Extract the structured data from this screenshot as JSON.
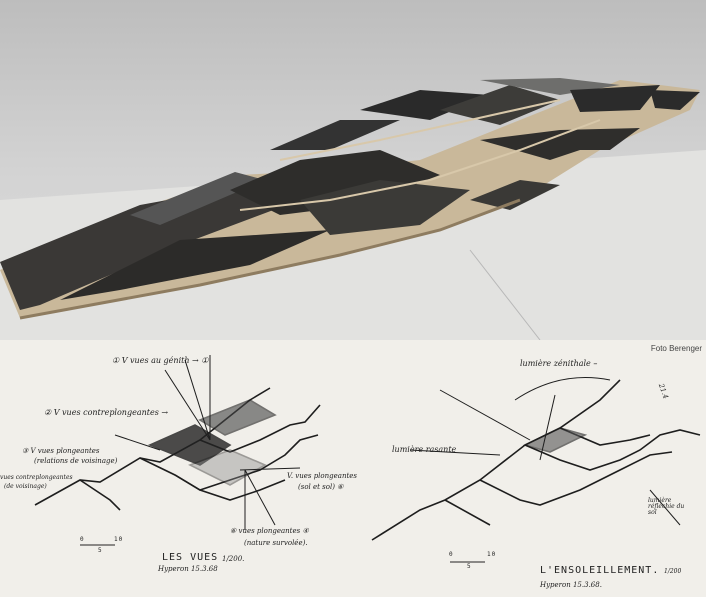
{
  "photo": {
    "credit": "Foto Berenger"
  },
  "sketch_left": {
    "labels": [
      "① V vues au génith → ①",
      "② V vues contreplongeantes →",
      "③ V vues plongeantes",
      "(relations de voisinage)",
      "vues contreplongeantes",
      "(de voisinage)",
      "V. vues plongeantes",
      "(sol et sol) ⑥",
      "⑥ vues plongeantes ④",
      "(nature survolée)."
    ],
    "scale": [
      "0",
      "10",
      "5"
    ],
    "title": "LES VUES",
    "ratio": "1/200.",
    "signature": "Hyperon 15.3.68"
  },
  "sketch_right": {
    "labels": [
      "lumière zénithale –",
      "lumière rasante",
      "lumière réfléchie du sol",
      "21.4"
    ],
    "scale": [
      "0",
      "10",
      "5"
    ],
    "title": "L'ENSOLEILLEMENT.",
    "ratio": "1/200",
    "signature": "Hyperon 15.3.68."
  }
}
